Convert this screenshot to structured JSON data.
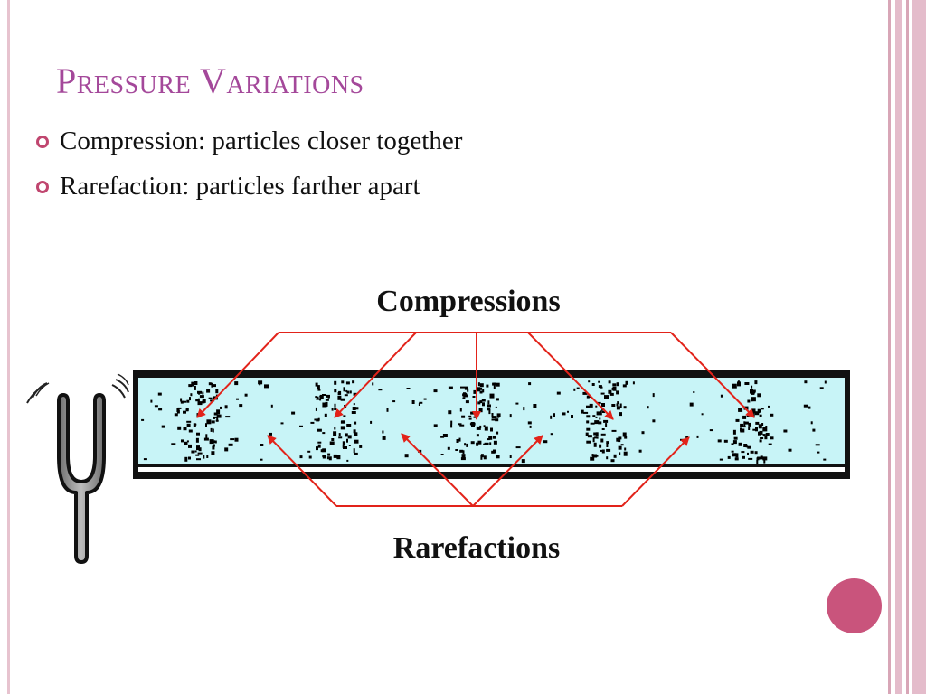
{
  "slide": {
    "title": "Pressure Variations",
    "bullets": [
      "Compression: particles closer together",
      "Rarefaction: particles farther apart"
    ]
  },
  "diagram": {
    "compressions_label": "Compressions",
    "rarefactions_label": "Rarefactions"
  },
  "colors": {
    "title": "#a4489a",
    "bullet": "#c0466f",
    "arrow": "#e2231a",
    "tube_fill": "#c8f4f7",
    "accent_circle": "#c9547c",
    "frame": "#d9a9b9"
  }
}
